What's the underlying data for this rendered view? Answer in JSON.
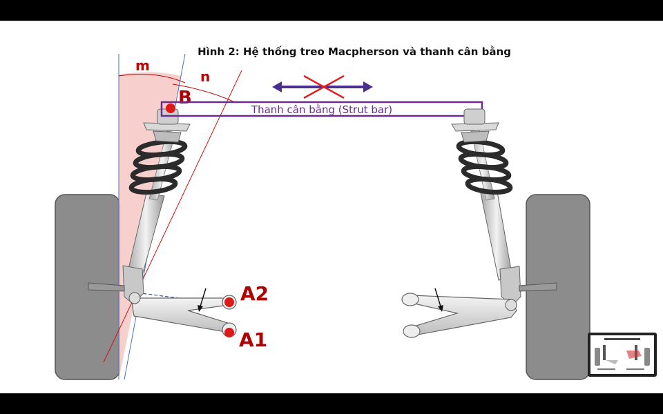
{
  "title": "Hình 2: Hệ thống treo Macpherson và thanh cân bằng",
  "labels": {
    "m": "m",
    "n": "n",
    "B": "B",
    "A1": "A1",
    "A2": "A2",
    "strut_bar": "Thanh cân bằng (Strut bar)"
  },
  "colors": {
    "label_red": "#c00000",
    "strut_bar": "#6a2c91",
    "arrow": "#4a2f8f",
    "cross": "#e02020",
    "wheel": "#8c8c8c",
    "shade": "#f6c8c4",
    "guide_blue": "#4a6fc0"
  },
  "icons": {
    "wheel": "tire-block",
    "strut": "shock-absorber",
    "spring": "coil-spring",
    "arm": "lower-control-arm",
    "thumbnail": "video-thumbnail"
  }
}
